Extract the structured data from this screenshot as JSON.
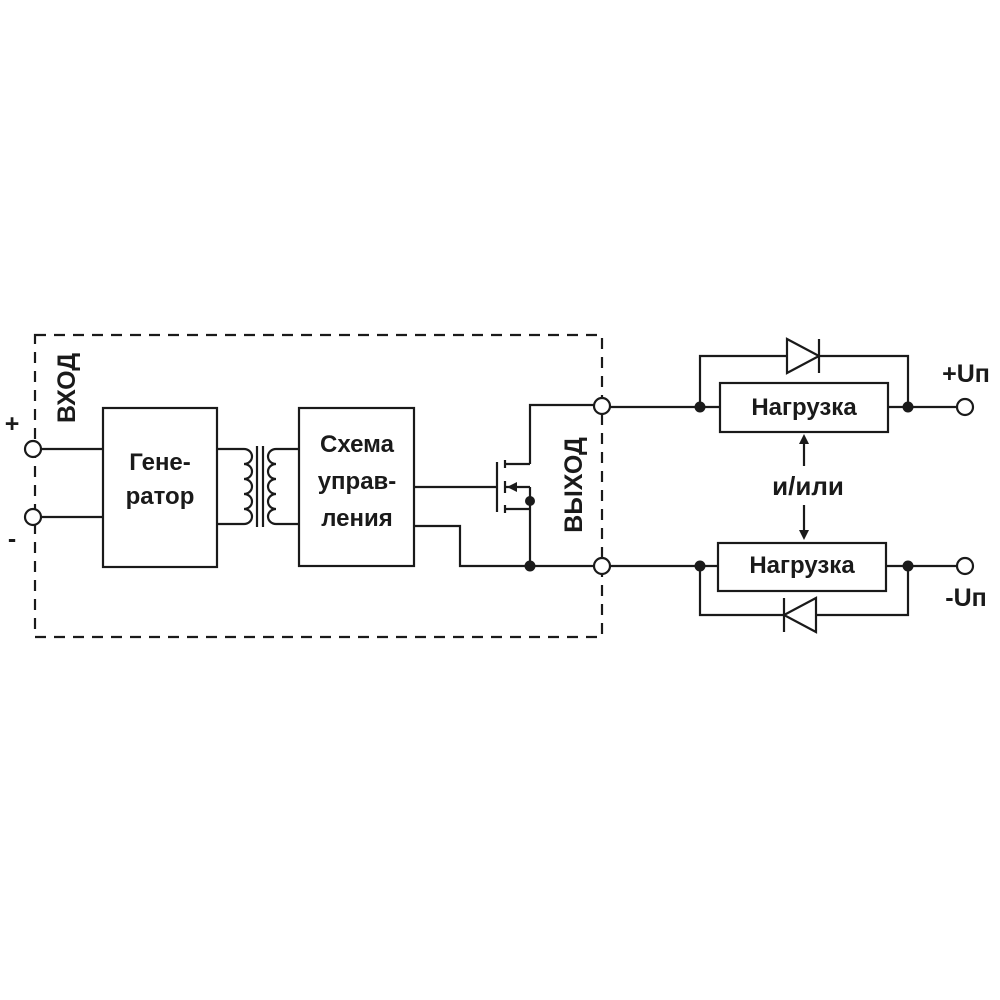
{
  "input": {
    "label": "ВХОД",
    "plus": "+",
    "minus": "-"
  },
  "generator": {
    "line1": "Гене-",
    "line2": "ратор"
  },
  "control": {
    "line1": "Схема",
    "line2": "управ-",
    "line3": "ления"
  },
  "output": {
    "label": "ВЫХОД"
  },
  "load_top": {
    "label": "Нагрузка"
  },
  "load_bottom": {
    "label": "Нагрузка"
  },
  "connector": {
    "label": "и/или"
  },
  "supply": {
    "plus": "+Uп",
    "minus": "-Uп"
  },
  "colors": {
    "line": "#1a1a1a",
    "background": "#ffffff"
  }
}
